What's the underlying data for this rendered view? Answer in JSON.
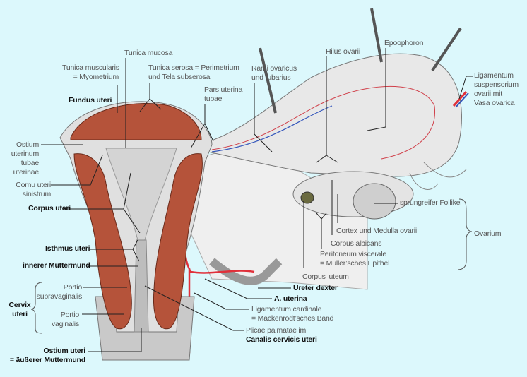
{
  "labels": {
    "tunica_mucosa": "Tunica mucosa",
    "tunica_muscularis": [
      "Tunica muscularis",
      "= Myometrium"
    ],
    "tunica_serosa": [
      "Tunica serosa = Perimetrium",
      "und Tela subserosa"
    ],
    "pars_uterina": [
      "Pars uterina",
      "tubae"
    ],
    "fundus_uteri": "Fundus uteri",
    "rami": [
      "Rami ovaricus",
      "und tubarius"
    ],
    "hilus_ovarii": "Hilus ovarii",
    "epoophoron": "Epoophoron",
    "ligamentum_suspensorium": [
      "Ligamentum",
      "suspensorium",
      "ovarii mit",
      "Vasa ovarica"
    ],
    "ostium_uterinum": [
      "Ostium",
      "uterinum",
      "tubae",
      "uterinae"
    ],
    "cornu_uteri": [
      "Cornu uteri",
      "sinistrum"
    ],
    "corpus_uteri": "Corpus uteri",
    "isthmus_uteri": "Isthmus uteri",
    "innerer_muttermund": "innerer Muttermund",
    "portio_supravaginalis": [
      "Portio",
      "supravaginalis"
    ],
    "cervix_uteri": [
      "Cervix",
      "uteri"
    ],
    "portio_vaginalis": [
      "Portio",
      "vaginalis"
    ],
    "ostium_uteri": [
      "Ostium uteri",
      "= äußerer Muttermund"
    ],
    "ureter_dexter": "Ureter dexter",
    "a_uterina": "A. uterina",
    "ligamentum_cardinale": [
      "Ligamentum cardinale",
      "= Mackenrodt’sches Band"
    ],
    "plicae_palmatae": [
      "Plicae palmatae im",
      "Canalis cervicis uteri"
    ],
    "corpus_luteum": "Corpus luteum",
    "peritoneum": [
      "Peritoneum viscerale",
      "= Müller’sches Epithel"
    ],
    "corpus_albicans": "Corpus albicans",
    "cortex_medulla": "Cortex und Medulla ovarii",
    "follikel": "sprungreifer Follikel",
    "ovarium": "Ovarium"
  },
  "colors": {
    "background": "#dcf8fc",
    "muscle": "#b5533a",
    "tissue": "#e6e6e6",
    "artery": "#e0303a"
  }
}
